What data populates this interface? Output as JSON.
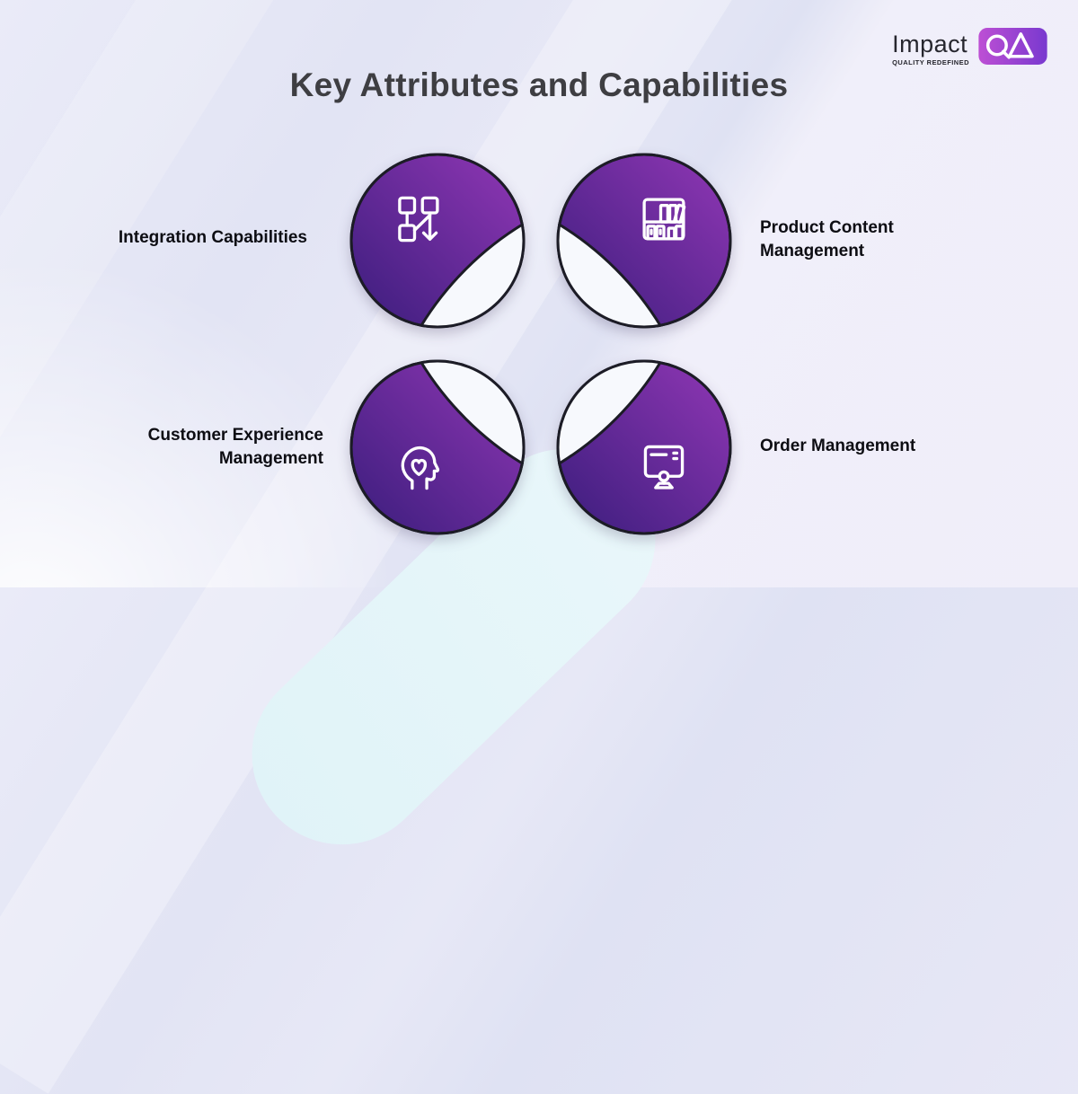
{
  "header": {
    "title": "Key Attributes and Capabilities"
  },
  "logo": {
    "brand": "Impact",
    "tagline": "QUALITY REDEFINED",
    "badge_monogram": "QA"
  },
  "capabilities": [
    {
      "label": "Integration Capabilities",
      "icon": "flowchart-icon",
      "notch": "bottom-right",
      "label_side": "left"
    },
    {
      "label": "Product Content\nManagement",
      "icon": "bookshelf-icon",
      "notch": "bottom-left",
      "label_side": "right"
    },
    {
      "label": "Customer Experience\nManagement",
      "icon": "head-heart-icon",
      "notch": "top-right",
      "label_side": "left"
    },
    {
      "label": "Order Management",
      "icon": "monitor-icon",
      "notch": "top-left",
      "label_side": "right"
    }
  ],
  "colors": {
    "circle_gradient_light": "#9137b5",
    "circle_gradient_dark": "#3a1d7c",
    "circle_outline": "#1c1c26",
    "notch_fill": "#f7f9fd",
    "icon_stroke": "#ffffff",
    "badge_gradient_left": "#bd4fd4",
    "badge_gradient_right": "#7939cf",
    "background_base": "#e4e6f5",
    "accent_cyan": "#e0f3f8",
    "title_color": "#3e3e42",
    "label_color": "#0d0d13"
  }
}
